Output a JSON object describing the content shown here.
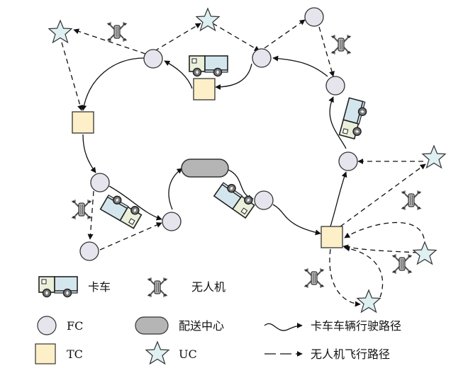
{
  "colors": {
    "fc_fill": "#e6e5ee",
    "tc_fill": "#fdf0c8",
    "uc_fill": "#dff0f2",
    "depot_fill": "#b5b5b5",
    "stroke": "#333333",
    "truck_cab": "#eaf0da",
    "truck_box": "#d3e6ee"
  },
  "legend": {
    "truck": "卡车",
    "drone": "无人机",
    "fc": "FC",
    "depot": "配送中心",
    "truck_path": "卡车车辆行驶路径",
    "tc": "TC",
    "uc": "UC",
    "drone_path": "无人机飞行路径"
  },
  "nodes": {
    "fc": [
      {
        "id": "fc1"
      },
      {
        "id": "fc2"
      },
      {
        "id": "fc3"
      },
      {
        "id": "fc4"
      },
      {
        "id": "fc5"
      },
      {
        "id": "fc6"
      },
      {
        "id": "fc7"
      },
      {
        "id": "fc8"
      },
      {
        "id": "fc9"
      },
      {
        "id": "fc10"
      }
    ],
    "tc": [
      {
        "id": "tc1"
      },
      {
        "id": "tc2"
      },
      {
        "id": "tc3"
      }
    ],
    "uc": [
      {
        "id": "uc1"
      },
      {
        "id": "uc2"
      },
      {
        "id": "uc3"
      },
      {
        "id": "uc4"
      },
      {
        "id": "uc5"
      }
    ],
    "depot": [
      {
        "id": "depot"
      }
    ]
  }
}
